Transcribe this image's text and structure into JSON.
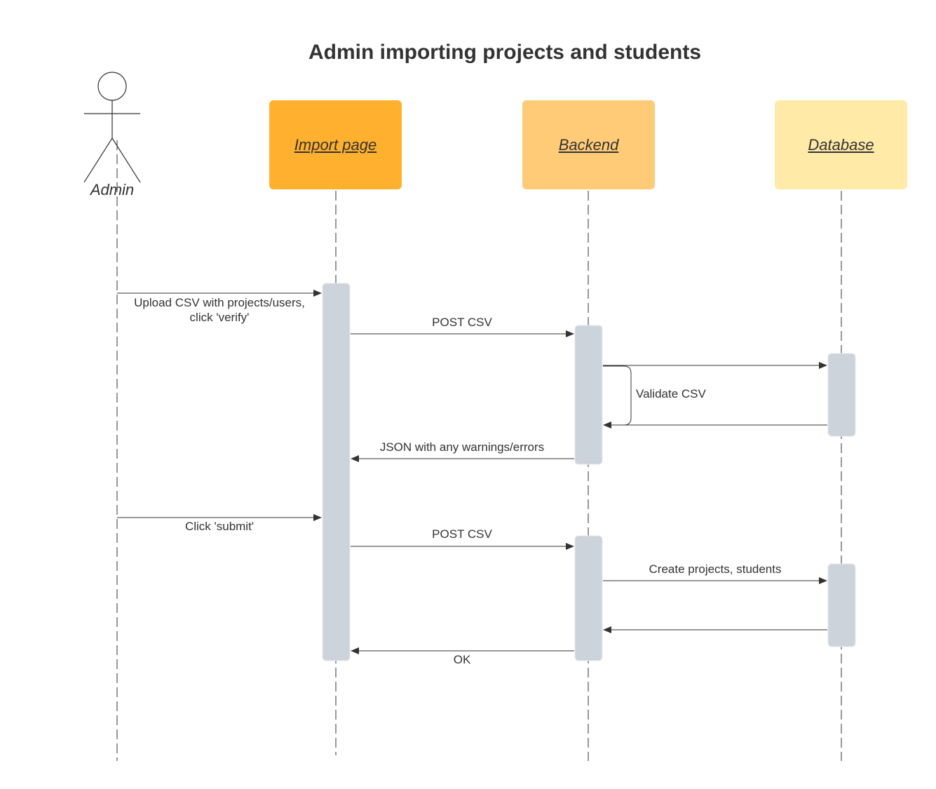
{
  "title": "Admin importing projects and students",
  "actor": {
    "label": "Admin"
  },
  "lifelines": [
    {
      "label": "Import page",
      "color": "#ffb02e"
    },
    {
      "label": "Backend",
      "color": "#ffcb77"
    },
    {
      "label": "Database",
      "color": "#ffeaa7"
    }
  ],
  "messages": {
    "upload_line1": "Upload CSV with projects/users,",
    "upload_line2": "click 'verify'",
    "post_csv_1": "POST CSV",
    "validate": "Validate CSV",
    "json_warnings": "JSON with any warnings/errors",
    "click_submit": "Click 'submit'",
    "post_csv_2": "POST CSV",
    "create": "Create projects, students",
    "ok": "OK"
  },
  "colors": {
    "activation": "#cdd3da",
    "line": "#333333"
  }
}
